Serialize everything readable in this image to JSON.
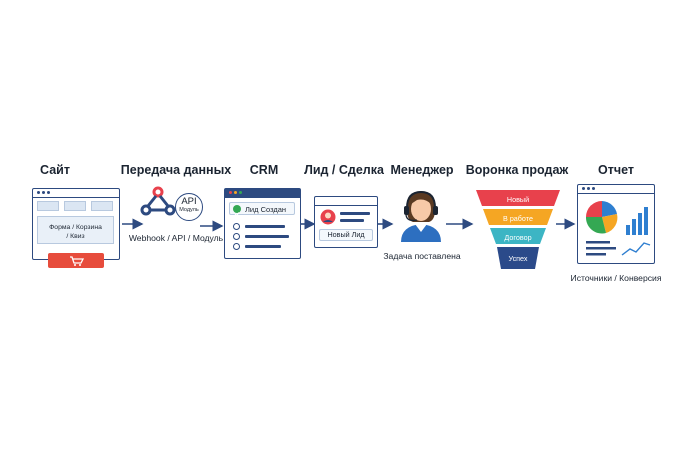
{
  "steps": [
    {
      "title": "Сайт"
    },
    {
      "title": "Передача данных"
    },
    {
      "title": "CRM"
    },
    {
      "title": "Лид / Сделка"
    },
    {
      "title": "Менеджер"
    },
    {
      "title": "Воронка продаж"
    },
    {
      "title": "Отчет"
    }
  ],
  "site": {
    "form_line1": "Форма / Корзина",
    "form_line2": "/ Квиз"
  },
  "transfer": {
    "api": "API",
    "module": "Модуль",
    "caption": "Webhook / API / Модуль"
  },
  "crm": {
    "status": "Лид Создан"
  },
  "lead": {
    "label": "Новый Лид"
  },
  "manager": {
    "caption": "Задача поставлена"
  },
  "funnel": {
    "stages": [
      {
        "label": "Новый",
        "color": "#e8414c"
      },
      {
        "label": "В работе",
        "color": "#f5a623"
      },
      {
        "label": "Договор",
        "color": "#3cb5c4"
      },
      {
        "label": "Успех",
        "color": "#2b4a8a"
      }
    ]
  },
  "report": {
    "caption": "Источники / Конверсия"
  },
  "colors": {
    "navy": "#2d4a80",
    "red": "#e74c3c",
    "blue": "#2f7fd0",
    "green": "#34a853"
  }
}
